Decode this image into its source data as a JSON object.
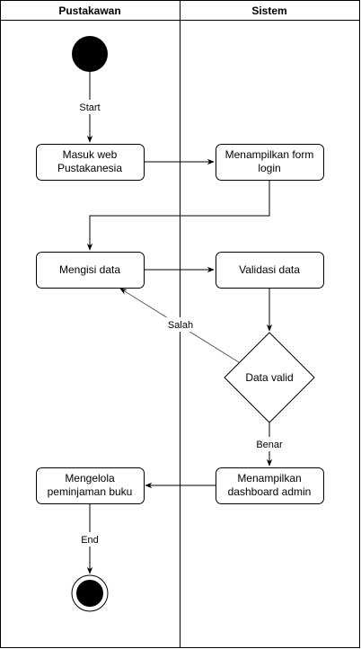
{
  "lanes": {
    "left": "Pustakawan",
    "right": "Sistem"
  },
  "nodes": {
    "masuk_web": [
      "Masuk web",
      "Pustakanesia"
    ],
    "menampilkan_form": [
      "Menampilkan form",
      "login"
    ],
    "mengisi_data": [
      "Mengisi data"
    ],
    "validasi_data": [
      "Validasi data"
    ],
    "data_valid": [
      "Data valid"
    ],
    "menampilkan_dashboard": [
      "Menampilkan",
      "dashboard admin"
    ],
    "mengelola": [
      "Mengelola",
      "peminjaman buku"
    ]
  },
  "edge_labels": {
    "start": "Start",
    "salah": "Salah",
    "benar": "Benar",
    "end": "End"
  },
  "colors": {
    "stroke": "#000000",
    "fill": "#ffffff",
    "node_fill": "#000000",
    "salah_edge": "#5a5a5a"
  }
}
